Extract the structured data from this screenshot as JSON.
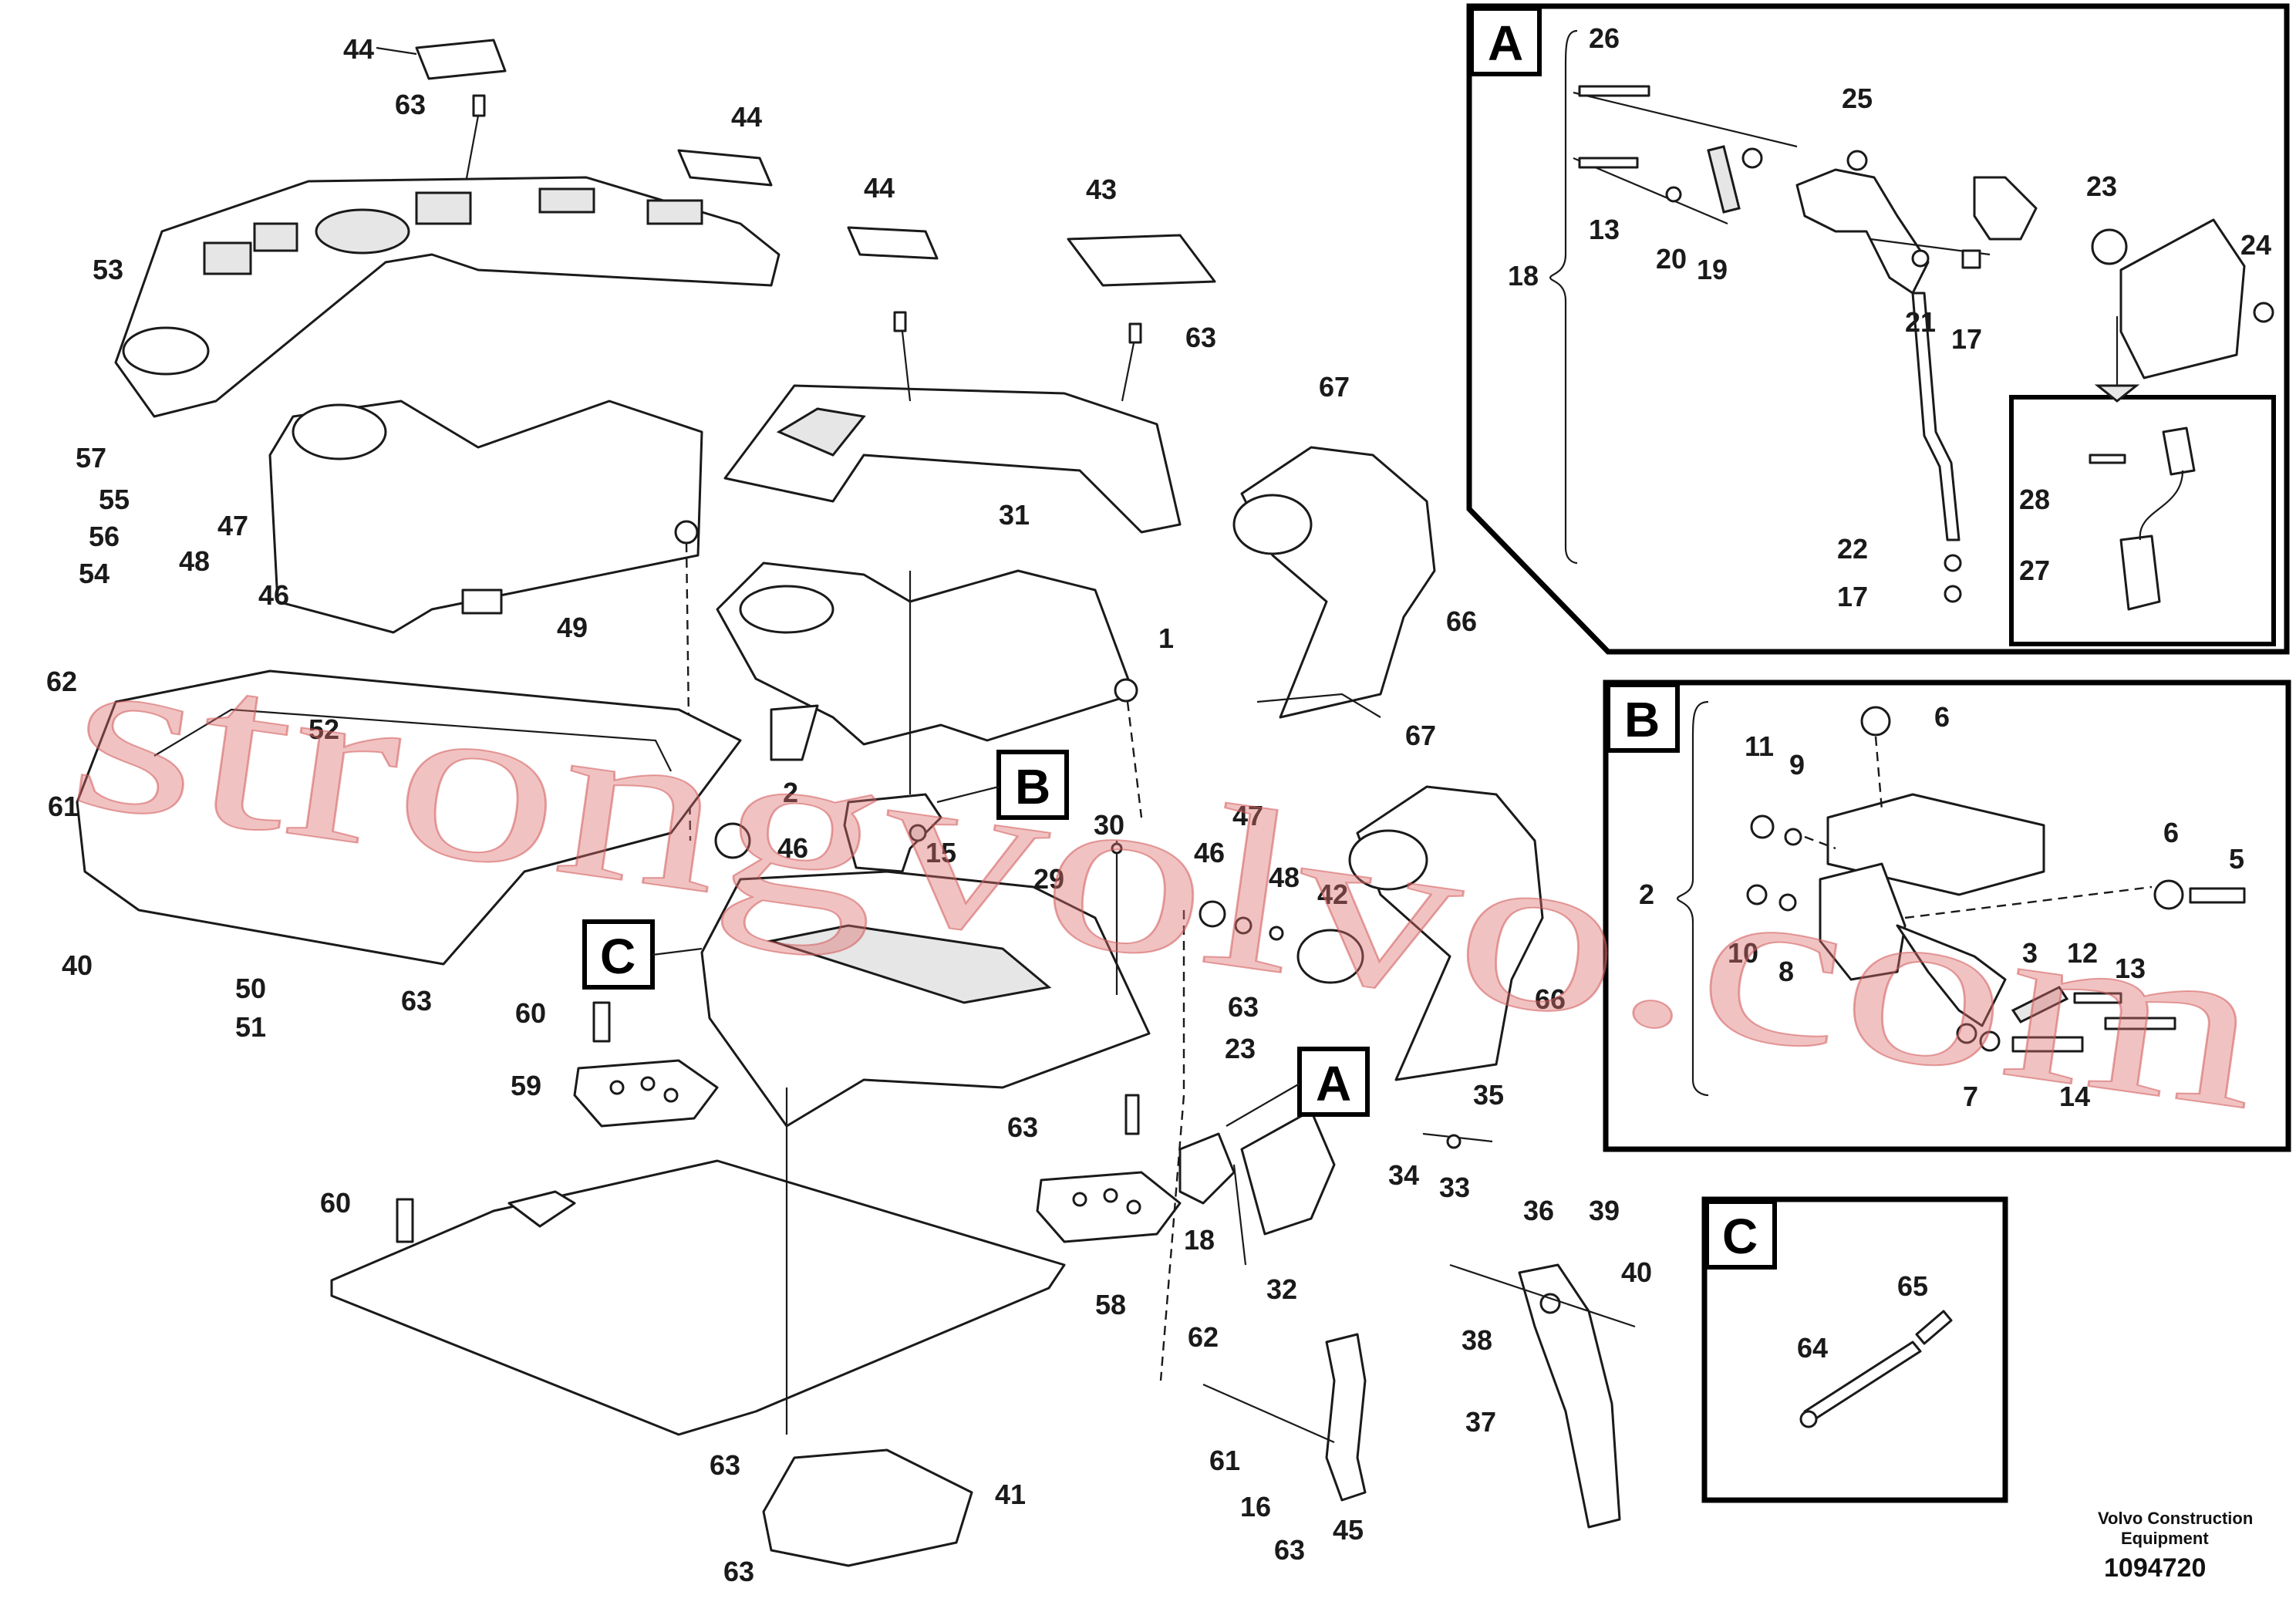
{
  "watermark": "strongvolvo.com",
  "brand": {
    "line1": "Volvo Construction",
    "line2": "Equipment"
  },
  "drawing_number": "1094720",
  "detail_labels": {
    "a": "A",
    "b": "B",
    "c": "C"
  },
  "callouts": {
    "c44a": "44",
    "c44b": "44",
    "c44c": "44",
    "c43": "43",
    "c63a": "63",
    "c63b": "63",
    "c63c": "63",
    "c63d": "63",
    "c63e": "63",
    "c63f": "63",
    "c63g": "63",
    "c63h": "63",
    "c53": "53",
    "c57": "57",
    "c55": "55",
    "c56": "56",
    "c54": "54",
    "c48a": "48",
    "c47a": "47",
    "c46a": "46",
    "c49": "49",
    "c31": "31",
    "c1": "1",
    "c62a": "62",
    "c52": "52",
    "c61a": "61",
    "c46b": "46",
    "c40a": "40",
    "c50": "50",
    "c51": "51",
    "c2a": "2",
    "c15": "15",
    "c30": "30",
    "c29": "29",
    "c60a": "60",
    "c59": "59",
    "c60b": "60",
    "c58": "58",
    "c46c": "46",
    "c47b": "47",
    "c48b": "48",
    "c42": "42",
    "c23a": "23",
    "c18a": "18",
    "c32": "32",
    "c67a": "67",
    "c66a": "66",
    "c67b": "67",
    "c66b": "66",
    "c35": "35",
    "c34": "34",
    "c33": "33",
    "c36": "36",
    "c39": "39",
    "c40b": "40",
    "c38": "38",
    "c37": "37",
    "c62b": "62",
    "c61b": "61",
    "c16a": "16",
    "c45": "45",
    "c41": "41",
    "a26": "26",
    "a25": "25",
    "a23": "23",
    "a24": "24",
    "a13": "13",
    "a20": "20",
    "a19": "19",
    "a18": "18",
    "a21": "21",
    "a17a": "17",
    "a22": "22",
    "a17b": "17",
    "a28": "28",
    "a27": "27",
    "b6a": "6",
    "b11": "11",
    "b9": "9",
    "b2": "2",
    "b6b": "6",
    "b5": "5",
    "b10": "10",
    "b8": "8",
    "b3": "3",
    "b12": "12",
    "b13": "13",
    "b7": "7",
    "b14": "14",
    "cc65": "65",
    "cc64": "64"
  }
}
